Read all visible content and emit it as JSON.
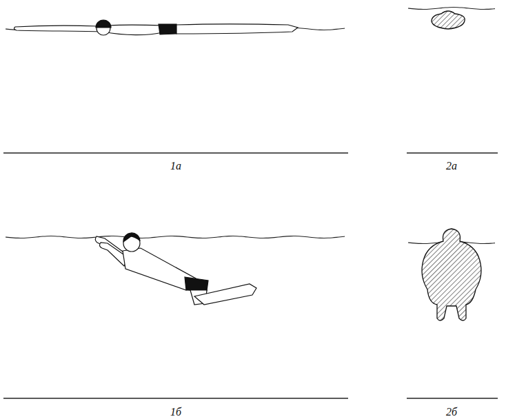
{
  "diagram": {
    "labels": [
      "1а",
      "2а",
      "1б",
      "2б"
    ]
  }
}
